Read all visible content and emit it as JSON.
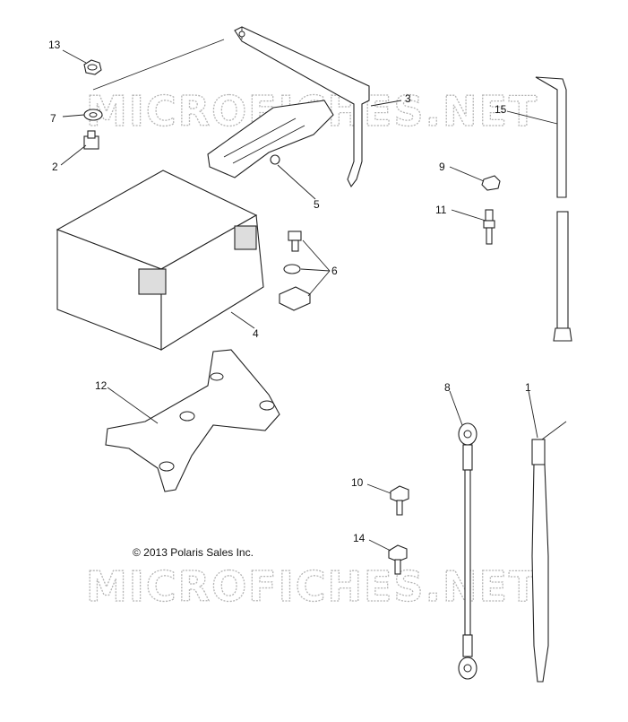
{
  "diagram": {
    "callouts": [
      {
        "id": "c13",
        "label": "13"
      },
      {
        "id": "c7",
        "label": "7"
      },
      {
        "id": "c2",
        "label": "2"
      },
      {
        "id": "c3",
        "label": "3"
      },
      {
        "id": "c5",
        "label": "5"
      },
      {
        "id": "c4",
        "label": "4"
      },
      {
        "id": "c6",
        "label": "6"
      },
      {
        "id": "c9",
        "label": "9"
      },
      {
        "id": "c11",
        "label": "11"
      },
      {
        "id": "c15",
        "label": "15"
      },
      {
        "id": "c12",
        "label": "12"
      },
      {
        "id": "c8",
        "label": "8"
      },
      {
        "id": "c1",
        "label": "1"
      },
      {
        "id": "c10",
        "label": "10"
      },
      {
        "id": "c14",
        "label": "14"
      }
    ],
    "copyright": "© 2013 Polaris Sales Inc.",
    "watermark": "MICROFICHES.NET"
  },
  "colors": {
    "line": "#222222",
    "watermark": "#b5b5b5",
    "background": "#ffffff"
  }
}
